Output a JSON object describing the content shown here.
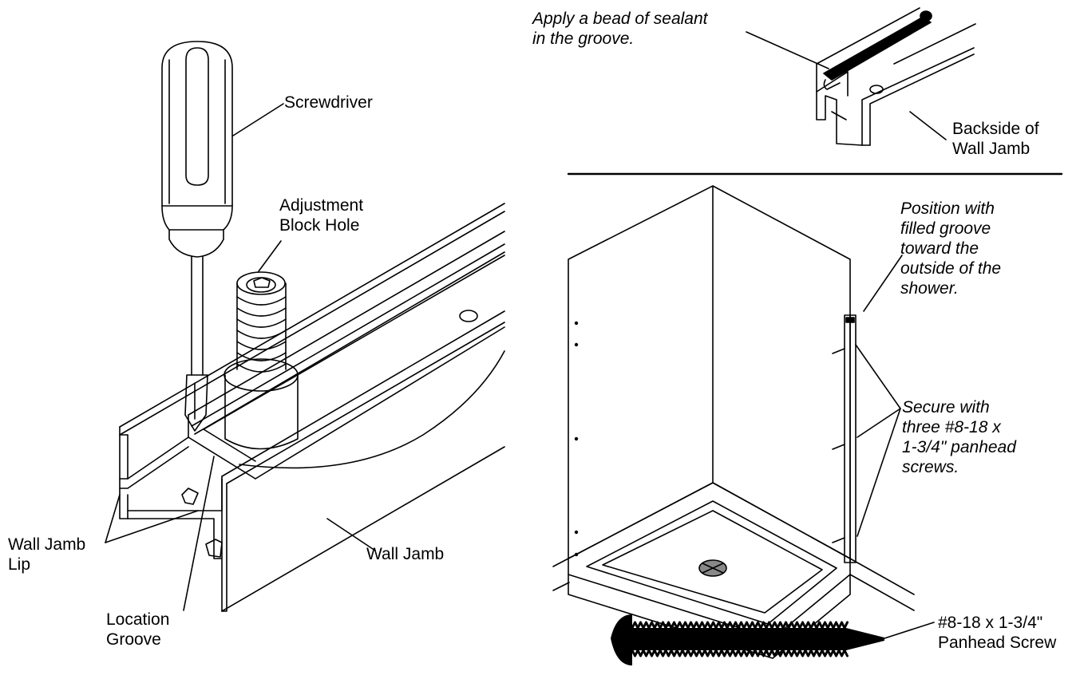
{
  "left_panel": {
    "screwdriver_label": "Screwdriver",
    "adjustment_block_hole_label": [
      "Adjustment",
      "Block Hole"
    ],
    "wall_jamb_lip_label": [
      "Wall Jamb",
      "Lip"
    ],
    "wall_jamb_label": "Wall Jamb",
    "location_groove_label": [
      "Location",
      "Groove"
    ]
  },
  "top_right_panel": {
    "sealant_instruction": [
      "Apply a bead of sealant",
      "in the groove."
    ],
    "backside_label": [
      "Backside of",
      "Wall Jamb"
    ]
  },
  "bottom_right_panel": {
    "position_instruction": [
      "Position with",
      "filled groove",
      "toward the",
      "outside of the",
      "shower."
    ],
    "secure_instruction": [
      "Secure with",
      "three #8-18 x",
      "1-3/4\" panhead",
      "screws."
    ]
  },
  "screw_callout": {
    "label": [
      "#8-18 x 1-3/4\"",
      "Panhead Screw"
    ]
  }
}
